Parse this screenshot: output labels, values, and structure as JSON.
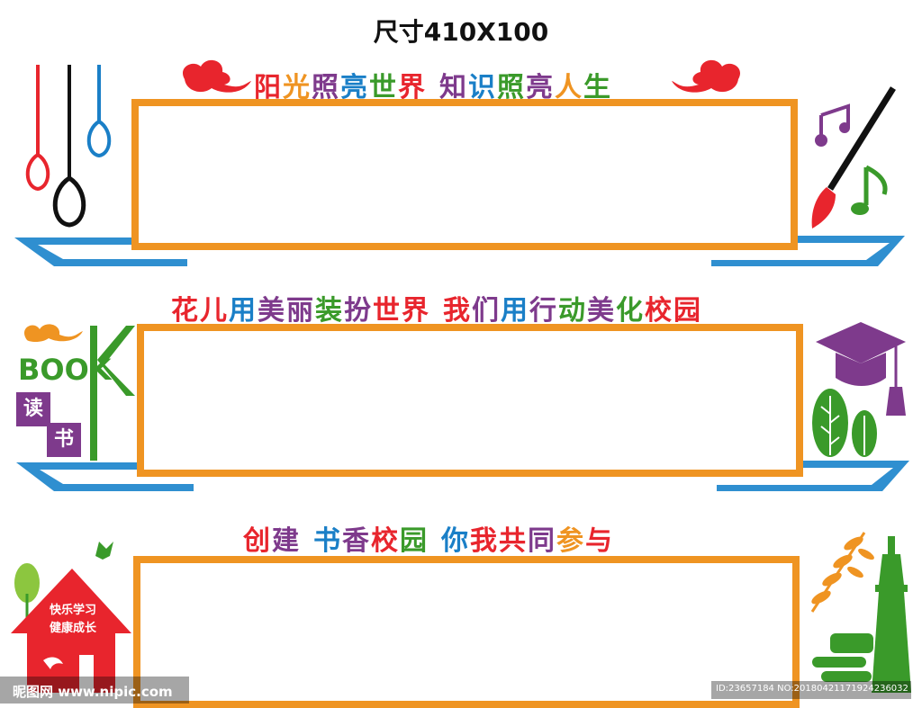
{
  "header": {
    "size_title": "尺寸410X100"
  },
  "row1": {
    "slogan": [
      {
        "t": "阳",
        "c": "#e8252d"
      },
      {
        "t": "光",
        "c": "#ef9422"
      },
      {
        "t": "照",
        "c": "#7e3a8c"
      },
      {
        "t": "亮",
        "c": "#1a7fc7"
      },
      {
        "t": "世",
        "c": "#3a9a2a"
      },
      {
        "t": "界",
        "c": "#e8252d"
      },
      {
        "t": " ",
        "c": "#000"
      },
      {
        "t": "知",
        "c": "#7e3a8c"
      },
      {
        "t": "识",
        "c": "#1a7fc7"
      },
      {
        "t": "照",
        "c": "#3a9a2a"
      },
      {
        "t": "亮",
        "c": "#7e3a8c"
      },
      {
        "t": "人",
        "c": "#ef9422"
      },
      {
        "t": "生",
        "c": "#3a9a2a"
      }
    ]
  },
  "row2": {
    "slogan": [
      {
        "t": "花",
        "c": "#e8252d"
      },
      {
        "t": "儿",
        "c": "#e8252d"
      },
      {
        "t": "用",
        "c": "#1a7fc7"
      },
      {
        "t": "美",
        "c": "#7e3a8c"
      },
      {
        "t": "丽",
        "c": "#7e3a8c"
      },
      {
        "t": "装",
        "c": "#3a9a2a"
      },
      {
        "t": "扮",
        "c": "#7e3a8c"
      },
      {
        "t": "世",
        "c": "#e8252d"
      },
      {
        "t": "界",
        "c": "#e8252d"
      },
      {
        "t": " ",
        "c": "#000"
      },
      {
        "t": "我",
        "c": "#e8252d"
      },
      {
        "t": "们",
        "c": "#7e3a8c"
      },
      {
        "t": "用",
        "c": "#1a7fc7"
      },
      {
        "t": "行",
        "c": "#7e3a8c"
      },
      {
        "t": "动",
        "c": "#3a9a2a"
      },
      {
        "t": "美",
        "c": "#7e3a8c"
      },
      {
        "t": "化",
        "c": "#3a9a2a"
      },
      {
        "t": "校",
        "c": "#e8252d"
      },
      {
        "t": "园",
        "c": "#e8252d"
      }
    ],
    "book_label": "BOOK",
    "read_chars": [
      "读",
      "书"
    ]
  },
  "row3": {
    "slogan": [
      {
        "t": "创",
        "c": "#e8252d"
      },
      {
        "t": "建",
        "c": "#7e3a8c"
      },
      {
        "t": " ",
        "c": "#000"
      },
      {
        "t": "书",
        "c": "#1a7fc7"
      },
      {
        "t": "香",
        "c": "#7e3a8c"
      },
      {
        "t": "校",
        "c": "#e8252d"
      },
      {
        "t": "园",
        "c": "#3a9a2a"
      },
      {
        "t": " ",
        "c": "#000"
      },
      {
        "t": "你",
        "c": "#1a7fc7"
      },
      {
        "t": "我",
        "c": "#e8252d"
      },
      {
        "t": "共",
        "c": "#e8252d"
      },
      {
        "t": "同",
        "c": "#7e3a8c"
      },
      {
        "t": "参",
        "c": "#ef9422"
      },
      {
        "t": "与",
        "c": "#e8252d"
      }
    ],
    "house_lines": [
      "快乐学习",
      "健康成长"
    ]
  },
  "watermark": {
    "left": "昵图网 www.nipic.com",
    "right": "ID:23657184 NO:20180421171924236032"
  },
  "colors": {
    "frame": "#ef9422",
    "shelf": "#2f8fd0",
    "red": "#e8252d",
    "purple": "#7e3a8c",
    "blue": "#1a7fc7",
    "green": "#3a9a2a"
  }
}
